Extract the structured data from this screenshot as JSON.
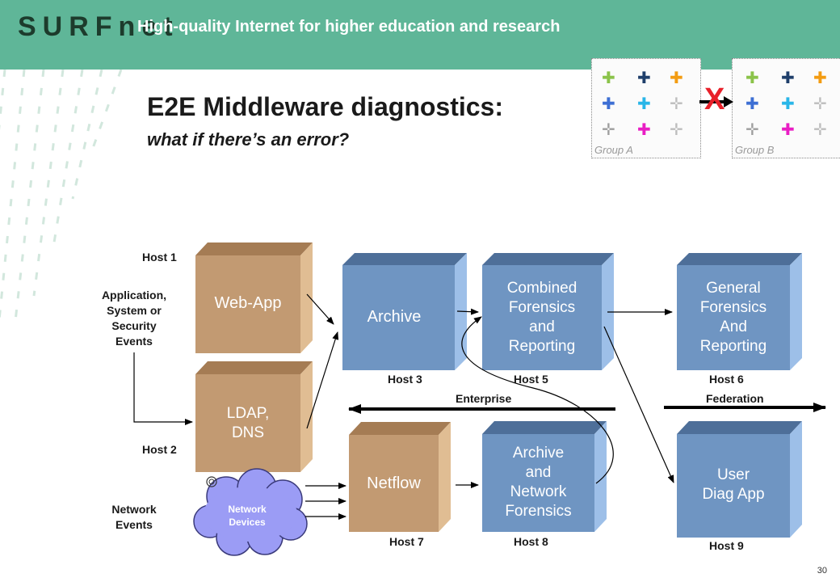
{
  "banner": {
    "logo": "SURFnet",
    "tagline": "High-quality Internet for higher education and research"
  },
  "slide": {
    "title": "E2E Middleware diagnostics:",
    "subtitle": "what if there’s an error?",
    "page_number": "30"
  },
  "groups": {
    "a_label": "Group A",
    "b_label": "Group B",
    "cross": "X"
  },
  "blocks": {
    "webapp": "Web-App",
    "ldap": [
      "LDAP,",
      "DNS"
    ],
    "archive": "Archive",
    "combined": [
      "Combined",
      "Forensics",
      "and",
      "Reporting"
    ],
    "general": [
      "General",
      "Forensics",
      "And",
      "Reporting"
    ],
    "netflow": "Netflow",
    "archive_network": [
      "Archive",
      "and",
      "Network",
      "Forensics"
    ],
    "user_diag": [
      "User",
      "Diag App"
    ],
    "network_devices": [
      "Network",
      "Devices"
    ]
  },
  "labels": {
    "host1": "Host 1",
    "host2": "Host 2",
    "host3": "Host 3",
    "host5": "Host 5",
    "host6": "Host 6",
    "host7": "Host 7",
    "host8": "Host 8",
    "host9": "Host 9",
    "app_events": [
      "Application,",
      "System or",
      "Security",
      "Events"
    ],
    "network_events": [
      "Network",
      "Events"
    ],
    "enterprise": "Enterprise",
    "federation": "Federation"
  },
  "colors": {
    "banner": "#5fb698",
    "blue_block": "#6f95c2",
    "tan_block": "#c29a72",
    "cloud": "#9b9cf5",
    "cross": "#e8202a"
  }
}
